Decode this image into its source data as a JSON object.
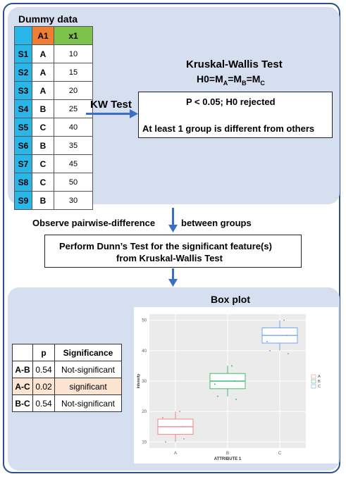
{
  "top": {
    "table_title": "Dummy data",
    "columns": [
      "A1",
      "x1"
    ],
    "rows": [
      {
        "id": "S1",
        "A1": "A",
        "x1": "10"
      },
      {
        "id": "S2",
        "A1": "A",
        "x1": "15"
      },
      {
        "id": "S3",
        "A1": "A",
        "x1": "20"
      },
      {
        "id": "S4",
        "A1": "B",
        "x1": "25"
      },
      {
        "id": "S5",
        "A1": "C",
        "x1": "40"
      },
      {
        "id": "S6",
        "A1": "B",
        "x1": "35"
      },
      {
        "id": "S7",
        "A1": "C",
        "x1": "45"
      },
      {
        "id": "S8",
        "A1": "C",
        "x1": "50"
      },
      {
        "id": "S9",
        "A1": "B",
        "x1": "30"
      }
    ],
    "kw_arrow_label": "KW Test",
    "kw_title": "Kruskal-Wallis Test",
    "kw_hypothesis": {
      "prefix": "H0=M",
      "sub1": "A",
      "eq1": "=M",
      "sub2": "B",
      "eq2": "=M",
      "sub3": "C"
    },
    "result_line1": "P < 0.05;  H0 rejected",
    "result_line2": "At least 1 group is different from others"
  },
  "middle": {
    "left_label": "Observe pairwise-difference",
    "right_label": "between groups",
    "dunn_line1": "Perform Dunn’s Test for the significant feature(s)",
    "dunn_line2": "from Kruskal-Wallis Test"
  },
  "bottom": {
    "sig_headers": [
      "",
      "p",
      "Significance"
    ],
    "sig_rows": [
      {
        "pair": "A-B",
        "p": "0.54",
        "sig": "Not-significant"
      },
      {
        "pair": "A-C",
        "p": "0.02",
        "sig": "significant"
      },
      {
        "pair": "B-C",
        "p": "0.54",
        "sig": "Not-significant"
      }
    ],
    "plot_title": "Box plot"
  },
  "colors": {
    "panel": "#d6dff0",
    "arrow": "#3a6fc4",
    "rowlabel": "#29b6e8",
    "A1": "#ef7d32",
    "x1": "#7dc24a",
    "highlight": "#fbe4d2"
  },
  "chart_data": {
    "type": "box",
    "xlabel": "ATTRIBUTE 1",
    "ylabel": "Intensity",
    "categories": [
      "A",
      "B",
      "C"
    ],
    "yticks": [
      10,
      20,
      30,
      40,
      50
    ],
    "ylim": [
      8,
      52
    ],
    "legend": [
      "A",
      "B",
      "C"
    ],
    "legend_position": "right",
    "colors": [
      "#f08a85",
      "#3fbf6a",
      "#6fa8f0"
    ],
    "boxes": [
      {
        "name": "A",
        "min": 10,
        "q1": 12.5,
        "median": 15,
        "q3": 17.5,
        "max": 20,
        "points": [
          10,
          15,
          20,
          18,
          11
        ]
      },
      {
        "name": "B",
        "min": 25,
        "q1": 27.5,
        "median": 30,
        "q3": 32.5,
        "max": 35,
        "points": [
          25,
          30,
          35,
          29,
          24
        ]
      },
      {
        "name": "C",
        "min": 40,
        "q1": 42.5,
        "median": 45,
        "q3": 47.5,
        "max": 50,
        "points": [
          40,
          45,
          50,
          43,
          39
        ]
      }
    ]
  }
}
